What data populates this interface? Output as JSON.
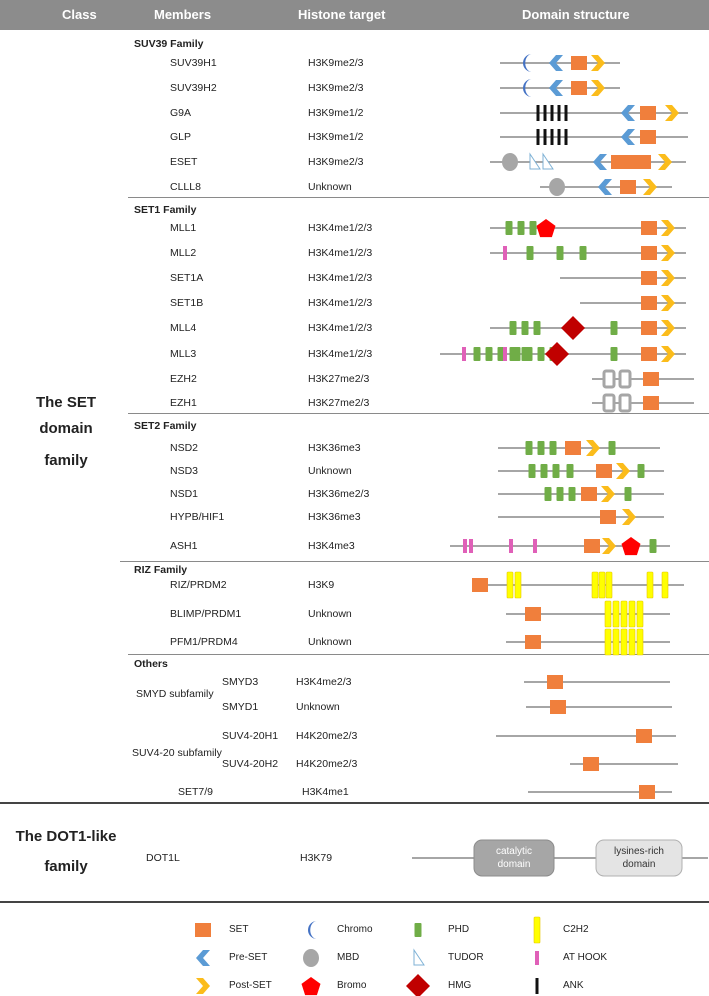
{
  "header": {
    "class": "Class",
    "members": "Members",
    "histone": "Histone target",
    "domain": "Domain structure"
  },
  "classes": {
    "set_line1": "The SET domain",
    "set_line2": "family",
    "dot1_line1": "The DOT1-like",
    "dot1_line2": "family"
  },
  "families": [
    {
      "name": "SUV39 Family",
      "rows": [
        {
          "member": "SUV39H1",
          "target": "H3K9me2/3",
          "line": [
            500,
            620
          ],
          "domains": [
            [
              "chromo",
              526
            ],
            [
              "preset",
              556
            ],
            [
              "set",
              579
            ],
            [
              "postset",
              598
            ]
          ]
        },
        {
          "member": "SUV39H2",
          "target": "H3K9me2/3",
          "line": [
            500,
            620
          ],
          "domains": [
            [
              "chromo",
              526
            ],
            [
              "preset",
              556
            ],
            [
              "set",
              579
            ],
            [
              "postset",
              598
            ]
          ]
        },
        {
          "member": "G9A",
          "target": "H3K9me1/2",
          "line": [
            500,
            688
          ],
          "domains": [
            [
              "ank",
              538
            ],
            [
              "ank",
              545
            ],
            [
              "ank",
              552
            ],
            [
              "ank",
              559
            ],
            [
              "ank",
              566
            ],
            [
              "preset",
              628
            ],
            [
              "set",
              648
            ],
            [
              "postset",
              672
            ]
          ]
        },
        {
          "member": "GLP",
          "target": "H3K9me1/2",
          "line": [
            500,
            688
          ],
          "domains": [
            [
              "ank",
              538
            ],
            [
              "ank",
              545
            ],
            [
              "ank",
              552
            ],
            [
              "ank",
              559
            ],
            [
              "ank",
              566
            ],
            [
              "preset",
              628
            ],
            [
              "set",
              648
            ]
          ]
        },
        {
          "member": "ESET",
          "target": "H3K9me2/3",
          "line": [
            490,
            686
          ],
          "domains": [
            [
              "mbd",
              510
            ],
            [
              "tudor",
              534
            ],
            [
              "tudor",
              547
            ],
            [
              "preset",
              600
            ],
            [
              "setw",
              631
            ],
            [
              "postset",
              665
            ]
          ]
        },
        {
          "member": "CLLL8",
          "target": "Unknown",
          "line": [
            540,
            672
          ],
          "domains": [
            [
              "mbd",
              557
            ],
            [
              "preset",
              605
            ],
            [
              "set",
              628
            ],
            [
              "postset",
              650
            ]
          ]
        }
      ]
    },
    {
      "name": "SET1 Family",
      "rows": [
        {
          "member": "MLL1",
          "target": "H3K4me1/2/3",
          "line": [
            490,
            686
          ],
          "domains": [
            [
              "phd",
              509
            ],
            [
              "phd",
              521
            ],
            [
              "phd",
              533
            ],
            [
              "bromo",
              546
            ],
            [
              "set",
              649
            ],
            [
              "postset",
              668
            ]
          ]
        },
        {
          "member": "MLL2",
          "target": "H3K4me1/2/3",
          "line": [
            490,
            686
          ],
          "domains": [
            [
              "athook",
              505
            ],
            [
              "phd",
              530
            ],
            [
              "phd",
              560
            ],
            [
              "phd",
              583
            ],
            [
              "set",
              649
            ],
            [
              "postset",
              668
            ]
          ]
        },
        {
          "member": "SET1A",
          "target": "H3K4me1/2/3",
          "line": [
            560,
            686
          ],
          "domains": [
            [
              "set",
              649
            ],
            [
              "postset",
              668
            ]
          ]
        },
        {
          "member": "SET1B",
          "target": "H3K4me1/2/3",
          "line": [
            580,
            686
          ],
          "domains": [
            [
              "set",
              649
            ],
            [
              "postset",
              668
            ]
          ]
        },
        {
          "member": "MLL4",
          "target": "H3K4me1/2/3",
          "line": [
            490,
            686
          ],
          "domains": [
            [
              "phd",
              513
            ],
            [
              "phd",
              525
            ],
            [
              "phd",
              537
            ],
            [
              "hmg",
              573
            ],
            [
              "phd",
              614
            ],
            [
              "set",
              649
            ],
            [
              "postset",
              668
            ]
          ]
        },
        {
          "member": "MLL3",
          "target": "H3K4me1/2/3",
          "line": [
            440,
            686
          ],
          "domains": [
            [
              "athook",
              464
            ],
            [
              "phd",
              477
            ],
            [
              "phd",
              489
            ],
            [
              "phd",
              501
            ],
            [
              "phd",
              513
            ],
            [
              "phd",
              525
            ],
            [
              "athook",
              505
            ],
            [
              "phd",
              517
            ],
            [
              "phd",
              529
            ],
            [
              "phd",
              541
            ],
            [
              "phd",
              553
            ],
            [
              "hmg",
              557
            ],
            [
              "phd",
              614
            ],
            [
              "set",
              649
            ],
            [
              "postset",
              668
            ]
          ]
        },
        {
          "member": "EZH2",
          "target": "H3K27me2/3",
          "line": [
            592,
            694
          ],
          "domains": [
            [
              "cys",
              609
            ],
            [
              "cys",
              625
            ],
            [
              "set",
              651
            ]
          ]
        },
        {
          "member": "EZH1",
          "target": "H3K27me2/3",
          "line": [
            592,
            694
          ],
          "domains": [
            [
              "cys",
              609
            ],
            [
              "cys",
              625
            ],
            [
              "set",
              651
            ]
          ]
        }
      ]
    },
    {
      "name": "SET2 Family",
      "rows": [
        {
          "member": "NSD2",
          "target": "H3K36me3",
          "line": [
            498,
            660
          ],
          "domains": [
            [
              "phd",
              529
            ],
            [
              "phd",
              541
            ],
            [
              "phd",
              553
            ],
            [
              "set",
              573
            ],
            [
              "postset",
              593
            ],
            [
              "phd",
              612
            ]
          ]
        },
        {
          "member": "NSD3",
          "target": "Unknown",
          "line": [
            498,
            664
          ],
          "domains": [
            [
              "phd",
              532
            ],
            [
              "phd",
              544
            ],
            [
              "phd",
              556
            ],
            [
              "phd",
              570
            ],
            [
              "set",
              604
            ],
            [
              "postset",
              623
            ],
            [
              "phd",
              641
            ]
          ]
        },
        {
          "member": "NSD1",
          "target": "H3K36me2/3",
          "line": [
            498,
            664
          ],
          "domains": [
            [
              "phd",
              548
            ],
            [
              "phd",
              560
            ],
            [
              "phd",
              572
            ],
            [
              "set",
              589
            ],
            [
              "postset",
              608
            ],
            [
              "phd",
              628
            ]
          ]
        },
        {
          "member": "HYPB/HIF1",
          "target": "H3K36me3",
          "line": [
            498,
            664
          ],
          "domains": [
            [
              "set",
              608
            ],
            [
              "postset",
              629
            ]
          ]
        },
        {
          "member": "ASH1",
          "target": "H3K4me3",
          "line": [
            450,
            670
          ],
          "domains": [
            [
              "athook",
              465
            ],
            [
              "athook",
              471
            ],
            [
              "athook",
              511
            ],
            [
              "athook",
              535
            ],
            [
              "set",
              592
            ],
            [
              "postset",
              609
            ],
            [
              "bromo",
              631
            ],
            [
              "phd",
              653
            ]
          ]
        }
      ]
    },
    {
      "name": "RIZ  Family",
      "rows": [
        {
          "member": "RIZ/PRDM2",
          "target": "H3K9",
          "line": [
            484,
            684
          ],
          "domains": [
            [
              "set",
              480
            ],
            [
              "c2h2",
              510
            ],
            [
              "c2h2",
              518
            ],
            [
              "c2h2",
              595
            ],
            [
              "c2h2",
              602
            ],
            [
              "c2h2",
              609
            ],
            [
              "c2h2",
              650
            ],
            [
              "c2h2",
              665
            ]
          ]
        },
        {
          "member": "BLIMP/PRDM1",
          "target": "Unknown",
          "line": [
            506,
            670
          ],
          "domains": [
            [
              "set",
              533
            ],
            [
              "c2h2",
              608
            ],
            [
              "c2h2",
              616
            ],
            [
              "c2h2",
              624
            ],
            [
              "c2h2",
              632
            ],
            [
              "c2h2",
              640
            ]
          ]
        },
        {
          "member": "PFM1/PRDM4",
          "target": "Unknown",
          "line": [
            506,
            670
          ],
          "domains": [
            [
              "set",
              533
            ],
            [
              "c2h2",
              608
            ],
            [
              "c2h2",
              616
            ],
            [
              "c2h2",
              624
            ],
            [
              "c2h2",
              632
            ],
            [
              "c2h2",
              640
            ]
          ]
        }
      ]
    }
  ],
  "others": {
    "name": "Others",
    "smyd_label": "SMYD subfamily",
    "suv_label": "SUV4-20 subfamily",
    "rows": [
      {
        "member": "SMYD3",
        "target": "H3K4me2/3",
        "line": [
          524,
          670
        ],
        "domains": [
          [
            "set",
            555
          ]
        ]
      },
      {
        "member": "SMYD1",
        "target": "Unknown",
        "line": [
          526,
          672
        ],
        "domains": [
          [
            "set",
            558
          ]
        ]
      },
      {
        "member": "SUV4-20H1",
        "target": "H4K20me2/3",
        "line": [
          496,
          676
        ],
        "domains": [
          [
            "set",
            644
          ]
        ]
      },
      {
        "member": "SUV4-20H2",
        "target": "H4K20me2/3",
        "line": [
          570,
          678
        ],
        "domains": [
          [
            "set",
            591
          ]
        ]
      },
      {
        "member": "SET7/9",
        "target": "H3K4me1",
        "line": [
          528,
          672
        ],
        "domains": [
          [
            "set",
            647
          ]
        ]
      }
    ]
  },
  "dot1": {
    "member": "DOT1L",
    "target": "H3K79",
    "line": [
      412,
      708
    ],
    "box1": [
      "catalytic",
      "domain"
    ],
    "box2": [
      "lysines-rich",
      "domain"
    ]
  },
  "legend": [
    {
      "shape": "set",
      "label": "SET"
    },
    {
      "shape": "chromo",
      "label": "Chromo"
    },
    {
      "shape": "phd",
      "label": "PHD"
    },
    {
      "shape": "c2h2",
      "label": "C2H2"
    },
    {
      "shape": "preset",
      "label": "Pre-SET"
    },
    {
      "shape": "mbd",
      "label": "MBD"
    },
    {
      "shape": "tudor",
      "label": "TUDOR"
    },
    {
      "shape": "athook",
      "label": "AT HOOK"
    },
    {
      "shape": "postset",
      "label": "Post-SET"
    },
    {
      "shape": "bromo",
      "label": "Bromo"
    },
    {
      "shape": "hmg",
      "label": "HMG"
    },
    {
      "shape": "ank",
      "label": "ANK"
    }
  ],
  "colors": {
    "set": "#f07f3c",
    "preset": "#5b9bd5",
    "postset": "#fbbc1b",
    "chromo": "#4472c4",
    "mbd": "#a6a6a6",
    "bromo": "#ff0000",
    "phd": "#70ad47",
    "hmg": "#c00000",
    "c2h2": "#ffff00",
    "athook": "#e060b8",
    "ank": "#111111",
    "tudor": "#c9e3f0",
    "line": "#a6a6a6",
    "cys": "#a6a6a6"
  }
}
